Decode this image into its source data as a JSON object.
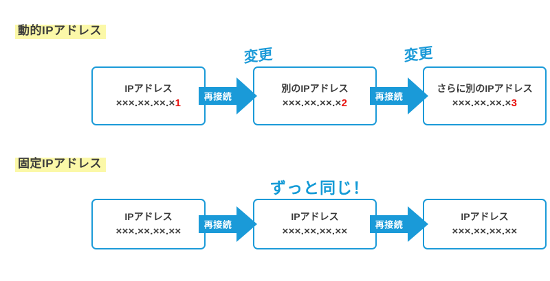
{
  "sections": [
    {
      "id": "dynamic",
      "title": "動的IPアドレス",
      "boxes": [
        {
          "label": "IPアドレス",
          "value": "×××.××.××.×",
          "suffix": "1"
        },
        {
          "label": "別のIPアドレス",
          "value": "×××.××.××.×",
          "suffix": "2"
        },
        {
          "label": "さらに別のIPアドレス",
          "value": "×××.××.××.×",
          "suffix": "3"
        }
      ],
      "arrows": [
        {
          "label": "再接続"
        },
        {
          "label": "再接続"
        }
      ],
      "annotations": [
        {
          "text": "変更"
        },
        {
          "text": "変更"
        }
      ]
    },
    {
      "id": "static",
      "title": "固定IPアドレス",
      "boxes": [
        {
          "label": "IPアドレス",
          "value": "×××.××.××.××",
          "suffix": ""
        },
        {
          "label": "IPアドレス",
          "value": "×××.××.××.××",
          "suffix": ""
        },
        {
          "label": "IPアドレス",
          "value": "×××.××.××.××",
          "suffix": ""
        }
      ],
      "arrows": [
        {
          "label": "再接続"
        },
        {
          "label": "再接続"
        }
      ],
      "annotations": [
        {
          "text": "ずっと同じ！"
        }
      ]
    }
  ],
  "colors": {
    "accent_blue": "#1a9ad8",
    "highlight_yellow": "#fbf8a8",
    "alert_red": "#e8130f",
    "text_gray": "#3a3a3a"
  }
}
